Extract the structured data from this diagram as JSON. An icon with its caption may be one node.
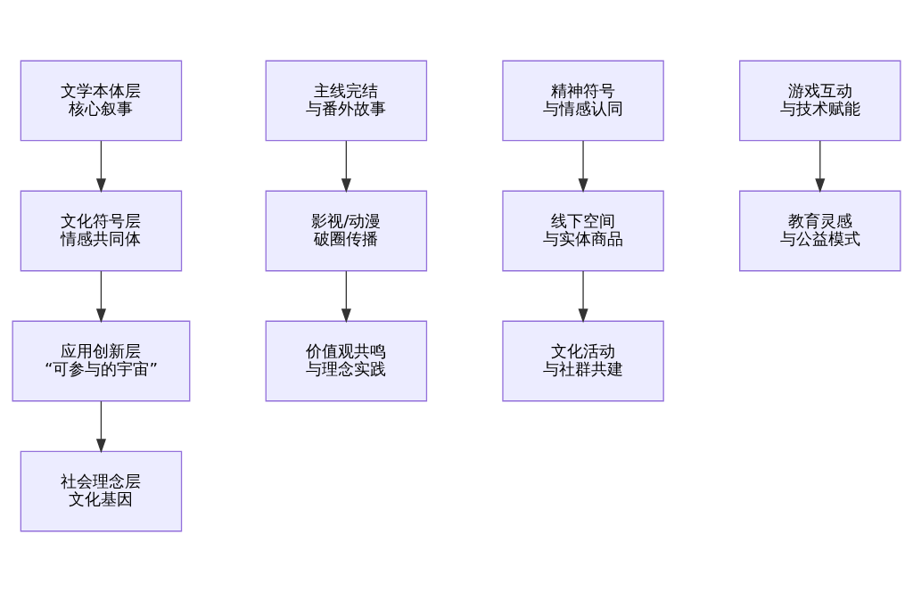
{
  "diagram": {
    "nodes": [
      {
        "text": [
          "文学本体层",
          "核心叙事"
        ]
      },
      {
        "text": [
          "文化符号层",
          "情感共同体"
        ]
      },
      {
        "text": [
          "应用创新层",
          "“可参与的宇宙”"
        ]
      },
      {
        "text": [
          "社会理念层",
          "文化基因"
        ]
      },
      {
        "text": [
          "主线完结",
          "与番外故事"
        ]
      },
      {
        "text": [
          "影视/动漫",
          "破圈传播"
        ]
      },
      {
        "text": [
          "价值观共鸣",
          "与理念实践"
        ]
      },
      {
        "text": [
          "精神符号",
          "与情感认同"
        ]
      },
      {
        "text": [
          "线下空间",
          "与实体商品"
        ]
      },
      {
        "text": [
          "文化活动",
          "与社群共建"
        ]
      },
      {
        "text": [
          "游戏互动",
          "与技术赋能"
        ]
      },
      {
        "text": [
          "教育灵感",
          "与公益模式"
        ]
      }
    ],
    "edges": [
      {
        "from": 0,
        "to": 1,
        "arrow": "to"
      },
      {
        "from": 1,
        "to": 2,
        "arrow": "to"
      },
      {
        "from": 2,
        "to": 3,
        "arrow": "to"
      },
      {
        "from": 4,
        "to": 5,
        "arrow": "to"
      },
      {
        "from": 5,
        "to": 6,
        "arrow": "to"
      },
      {
        "from": 7,
        "to": 8,
        "arrow": "to"
      },
      {
        "from": 8,
        "to": 9,
        "arrow": "to"
      },
      {
        "from": 10,
        "to": 11,
        "arrow": "to"
      }
    ]
  }
}
